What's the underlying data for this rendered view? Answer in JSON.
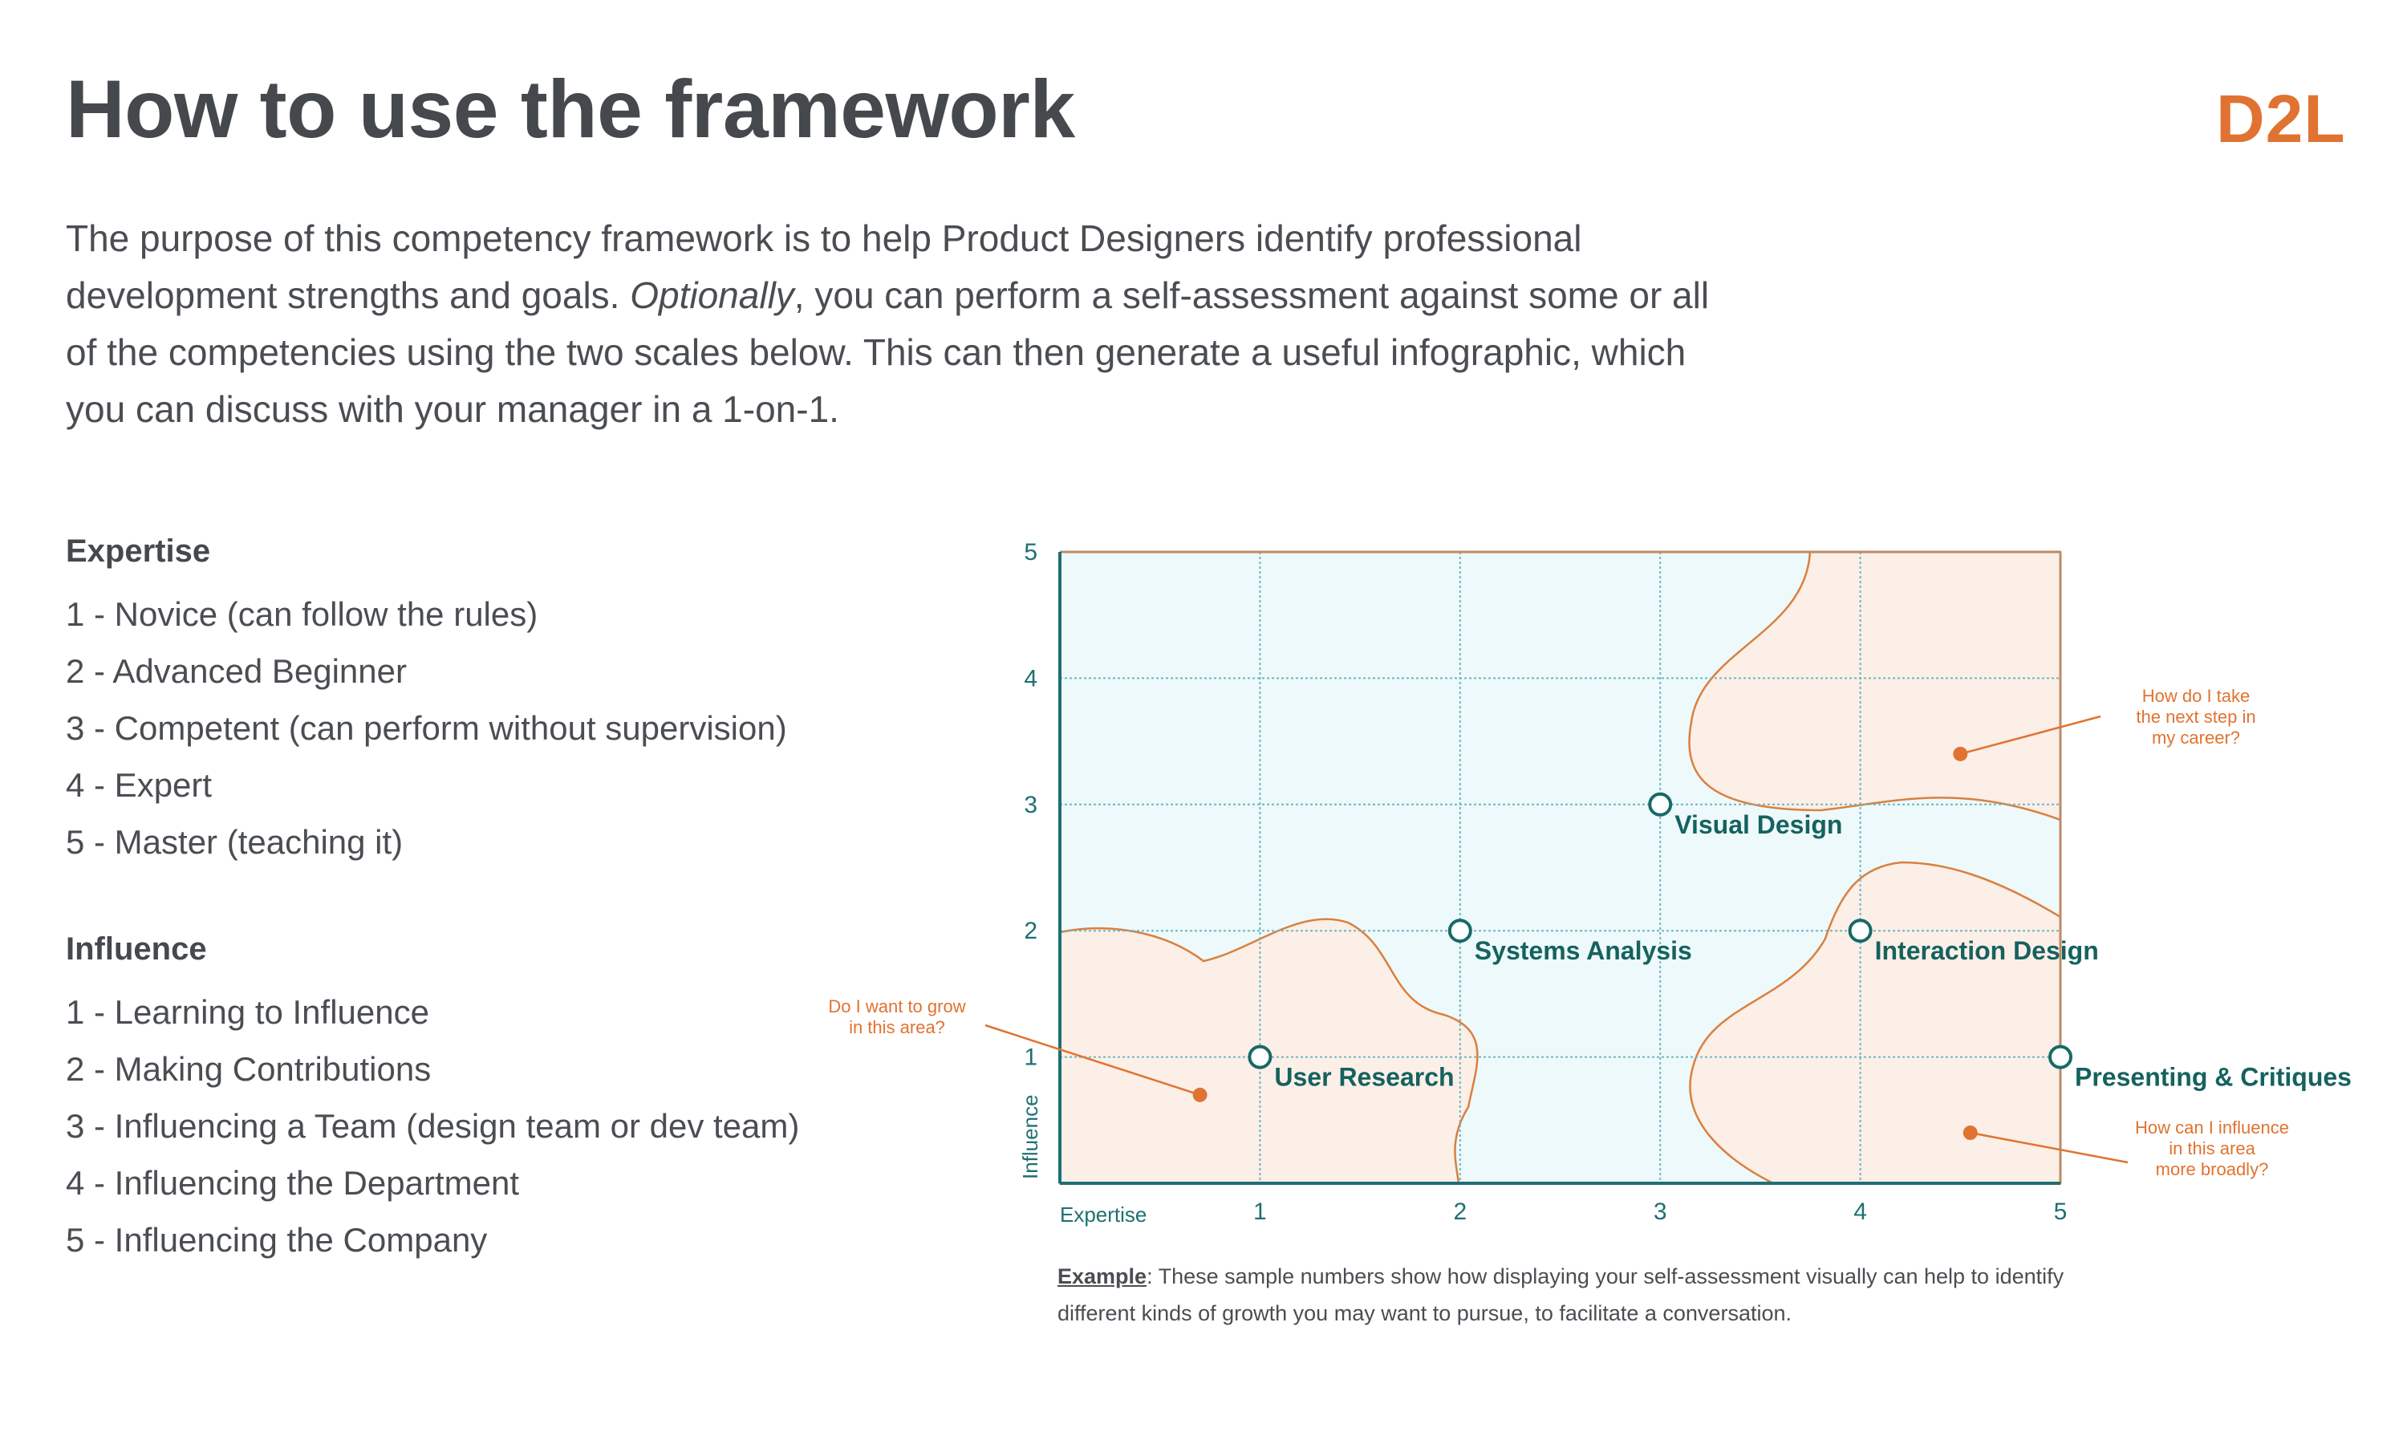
{
  "page": {
    "title": "How to use the framework",
    "logo": "D2L",
    "intro": {
      "part1": "The purpose of this competency framework is to help Product Designers identify professional development strengths and goals. ",
      "italic": "Optionally",
      "part2": ", you can perform a self-assessment against some or all of the competencies using the two scales below. This can then generate a useful infographic, which you can discuss with your manager in a 1-on-1."
    }
  },
  "scales": {
    "expertise": {
      "heading": "Expertise",
      "items": [
        "1 - Novice (can follow the rules)",
        "2 - Advanced Beginner",
        "3 - Competent (can perform without supervision)",
        "4 - Expert",
        "5 - Master (teaching it)"
      ]
    },
    "influence": {
      "heading": "Influence",
      "items": [
        "1 - Learning to Influence",
        "2 - Making Contributions",
        "3 - Influencing a Team (design team or dev team)",
        "4 - Influencing the Department",
        "5 - Influencing the Company"
      ]
    }
  },
  "chart_data": {
    "type": "scatter",
    "xlabel": "Expertise",
    "ylabel": "Influence",
    "xlim": [
      0,
      5
    ],
    "ylim": [
      0,
      5
    ],
    "x_ticks": [
      "1",
      "2",
      "3",
      "4",
      "5"
    ],
    "y_ticks": [
      "1",
      "2",
      "3",
      "4",
      "5"
    ],
    "grid": true,
    "points": [
      {
        "label": "User Research",
        "x": 1,
        "y": 1
      },
      {
        "label": "Systems Analysis",
        "x": 2,
        "y": 2
      },
      {
        "label": "Visual Design",
        "x": 3,
        "y": 3
      },
      {
        "label": "Interaction Design",
        "x": 4,
        "y": 2
      },
      {
        "label": "Presenting & Critiques",
        "x": 5,
        "y": 1
      }
    ],
    "annotations": [
      {
        "lines": [
          "Do I want to grow",
          "in this area?"
        ],
        "x": 0.7,
        "y": 0.7
      },
      {
        "lines": [
          "How do I take",
          "the next step in",
          "my career?"
        ],
        "x": 4.5,
        "y": 3.4
      },
      {
        "lines": [
          "How can I influence",
          "in this area",
          "more broadly?"
        ],
        "x": 4.55,
        "y": 0.4
      }
    ],
    "colors": {
      "plot_bg": "#eef9fb",
      "region_fill": "#fbefe7",
      "region_stroke": "#d9803f",
      "grid": "#6fb6c0",
      "axis": "#1f6f72",
      "point": "#166a66",
      "label": "#15625f",
      "annotation": "#e07331"
    }
  },
  "caption": {
    "label": "Example",
    "text": ": These sample numbers show how displaying your self-assessment visually can help to identify different kinds of growth you may want to pursue, to facilitate a conversation."
  }
}
